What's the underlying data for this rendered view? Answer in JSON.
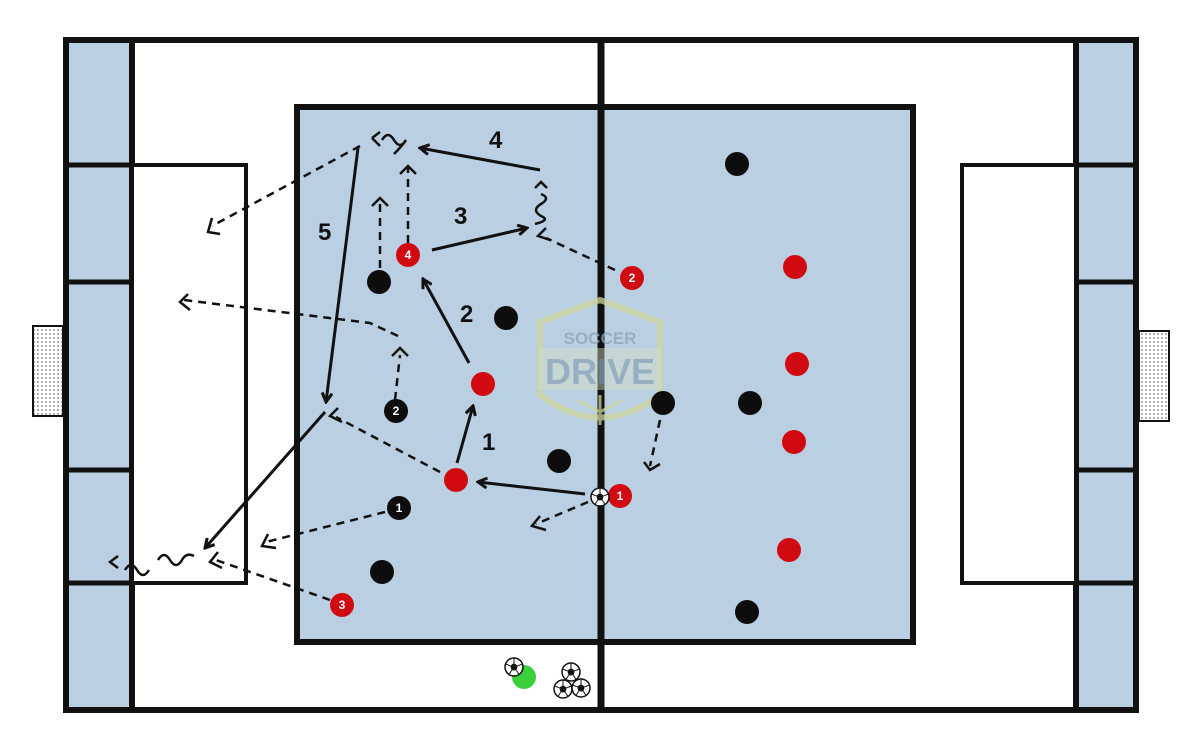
{
  "colors": {
    "zone_fill": "#bacfe1",
    "line": "#111111",
    "red_player": "#d10a11",
    "black_player": "#0d0d0d",
    "coach": "#3ccf3c",
    "logo_outline": "#cdd59a",
    "logo_text": "#8aa6b8"
  },
  "logo": {
    "top": "SOCCER",
    "main": "DRIVE"
  },
  "step_labels": [
    "1",
    "2",
    "3",
    "4",
    "5"
  ],
  "player_numbers": {
    "red": [
      "1",
      "2",
      "3",
      "4"
    ],
    "black": [
      "1",
      "2"
    ]
  },
  "icons": [
    "soccer-ball-icon",
    "goal-net-icon",
    "coach-icon",
    "dribble-icon"
  ]
}
